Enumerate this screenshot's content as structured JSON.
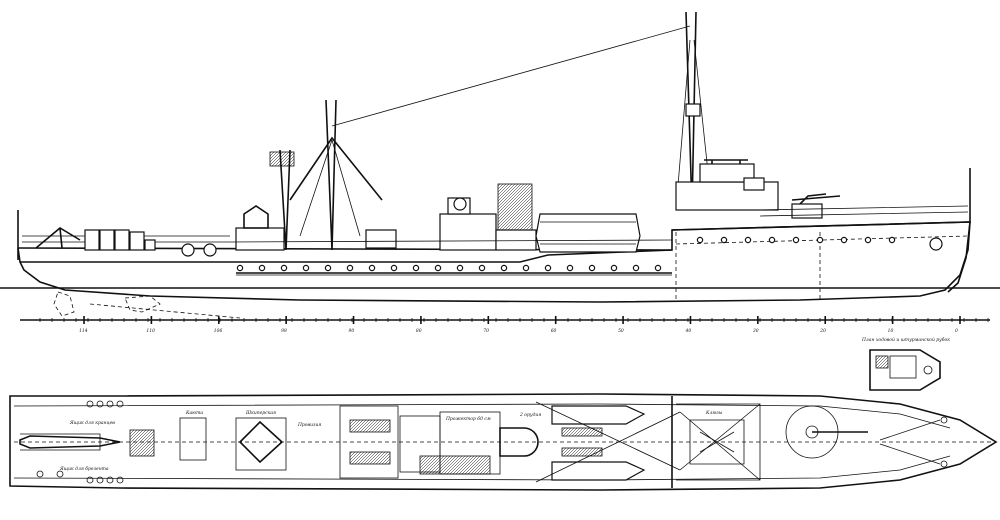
{
  "station_numbers": [
    "114",
    "110",
    "106",
    "98",
    "90",
    "80",
    "70",
    "60",
    "50",
    "40",
    "30",
    "20",
    "10",
    "0"
  ],
  "plan_labels": {
    "steering_inset_title": "План ходовой и штурманской рубок",
    "deck_notes": [
      "Ящик для кранцев",
      "Каюта",
      "Шкиперская",
      "Провизия",
      "Прожектор 60 см",
      "2 орудия",
      "Клюзы",
      "Ящик для брезента"
    ]
  },
  "colors": {
    "ink": "#111111",
    "paper": "#ffffff"
  },
  "icons": [
    "anchor-icon",
    "flag-icon",
    "searchlight-icon",
    "gun-icon",
    "lifeboat-icon"
  ]
}
